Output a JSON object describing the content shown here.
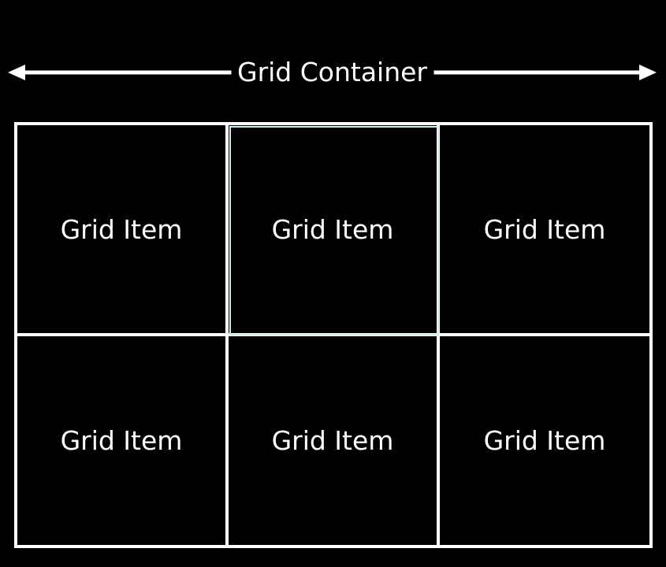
{
  "container": {
    "label": "Grid Container"
  },
  "grid": {
    "items": [
      {
        "label": "Grid Item"
      },
      {
        "label": "Grid Item"
      },
      {
        "label": "Grid Item"
      },
      {
        "label": "Grid Item"
      },
      {
        "label": "Grid Item"
      },
      {
        "label": "Grid Item"
      }
    ]
  },
  "colors": {
    "background": "#000000",
    "line": "#ffffff",
    "highlight_border": "#cdeff2"
  }
}
